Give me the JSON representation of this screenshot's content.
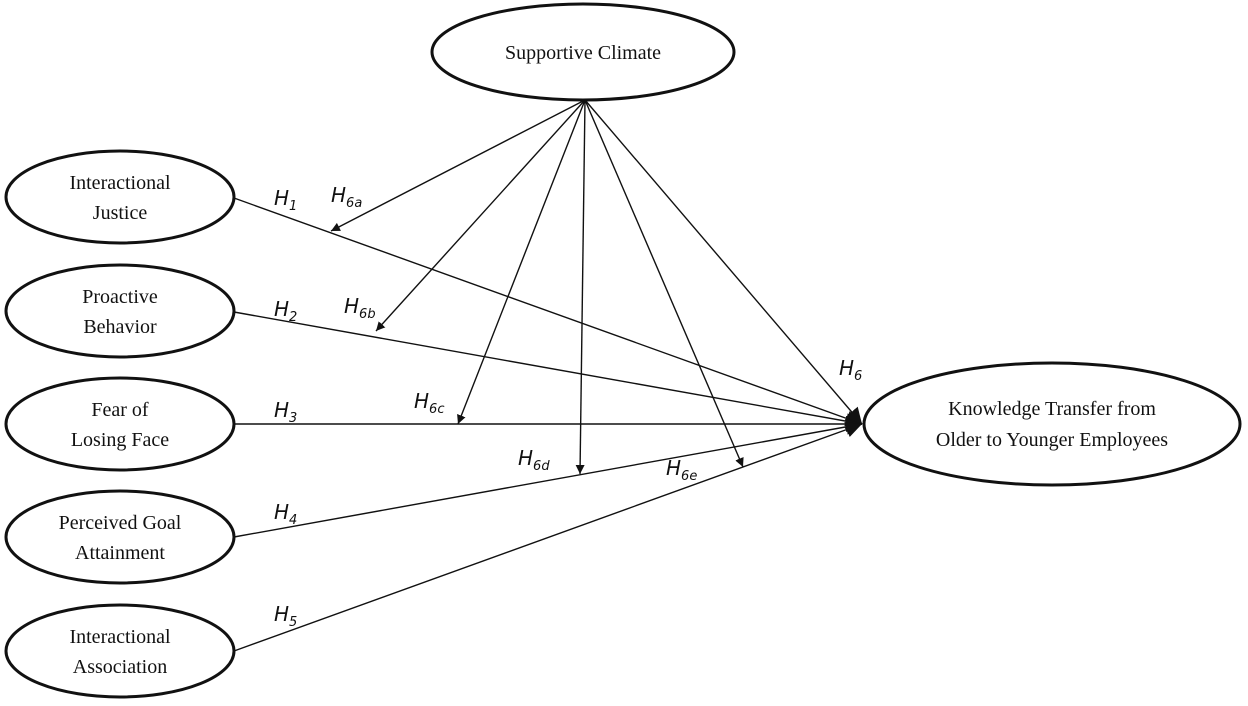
{
  "nodes": {
    "supportive_climate": {
      "lines": [
        "Supportive Climate"
      ]
    },
    "interactional_justice": {
      "lines": [
        "Interactional",
        "Justice"
      ]
    },
    "proactive_behavior": {
      "lines": [
        "Proactive",
        "Behavior"
      ]
    },
    "fear_of_losing_face": {
      "lines": [
        "Fear of",
        "Losing Face"
      ]
    },
    "perceived_goal_attainment": {
      "lines": [
        "Perceived Goal",
        "Attainment"
      ]
    },
    "interactional_association": {
      "lines": [
        "Interactional",
        "Association"
      ]
    },
    "knowledge_transfer": {
      "lines": [
        "Knowledge Transfer from",
        "Older to Younger Employees"
      ]
    }
  },
  "hypotheses": {
    "h1": {
      "base": "H",
      "sub": "1"
    },
    "h2": {
      "base": "H",
      "sub": "2"
    },
    "h3": {
      "base": "H",
      "sub": "3"
    },
    "h4": {
      "base": "H",
      "sub": "4"
    },
    "h5": {
      "base": "H",
      "sub": "5"
    },
    "h6": {
      "base": "H",
      "sub": "6"
    },
    "h6a": {
      "base": "H",
      "sub": "6a"
    },
    "h6b": {
      "base": "H",
      "sub": "6b"
    },
    "h6c": {
      "base": "H",
      "sub": "6c"
    },
    "h6d": {
      "base": "H",
      "sub": "6d"
    },
    "h6e": {
      "base": "H",
      "sub": "6e"
    }
  },
  "colors": {
    "stroke": "#111111",
    "background": "#ffffff"
  }
}
